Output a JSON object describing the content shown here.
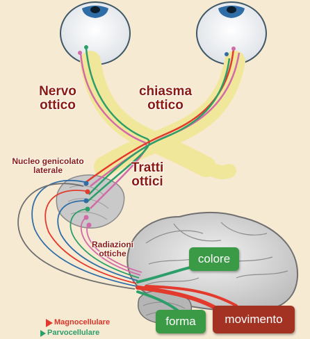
{
  "labels": {
    "nervo_ottico": "Nervo\nottico",
    "chiasma_ottico": "chiasma\nottico",
    "nucleo_genicolato": "Nucleo genicolato\nlaterale",
    "tratti_ottici": "Tratti\nottici",
    "radiazioni_ottiche": "Radiazioni\nottiche"
  },
  "boxes": {
    "colore": "colore",
    "forma": "forma",
    "movimento": "movimento"
  },
  "legend": {
    "magno": "Magnocellulare",
    "parvo": "Parvocellulare"
  },
  "colors": {
    "background": "#f7ead3",
    "label_text": "#8a1a10",
    "nerve": "#f1e79a",
    "pathway_red": "#e23a2c",
    "pathway_green": "#2c9e6a",
    "pathway_pink": "#d26aa8",
    "box_green": "#3b9a45",
    "box_red": "#a33223",
    "iris": "#2f6da6"
  }
}
